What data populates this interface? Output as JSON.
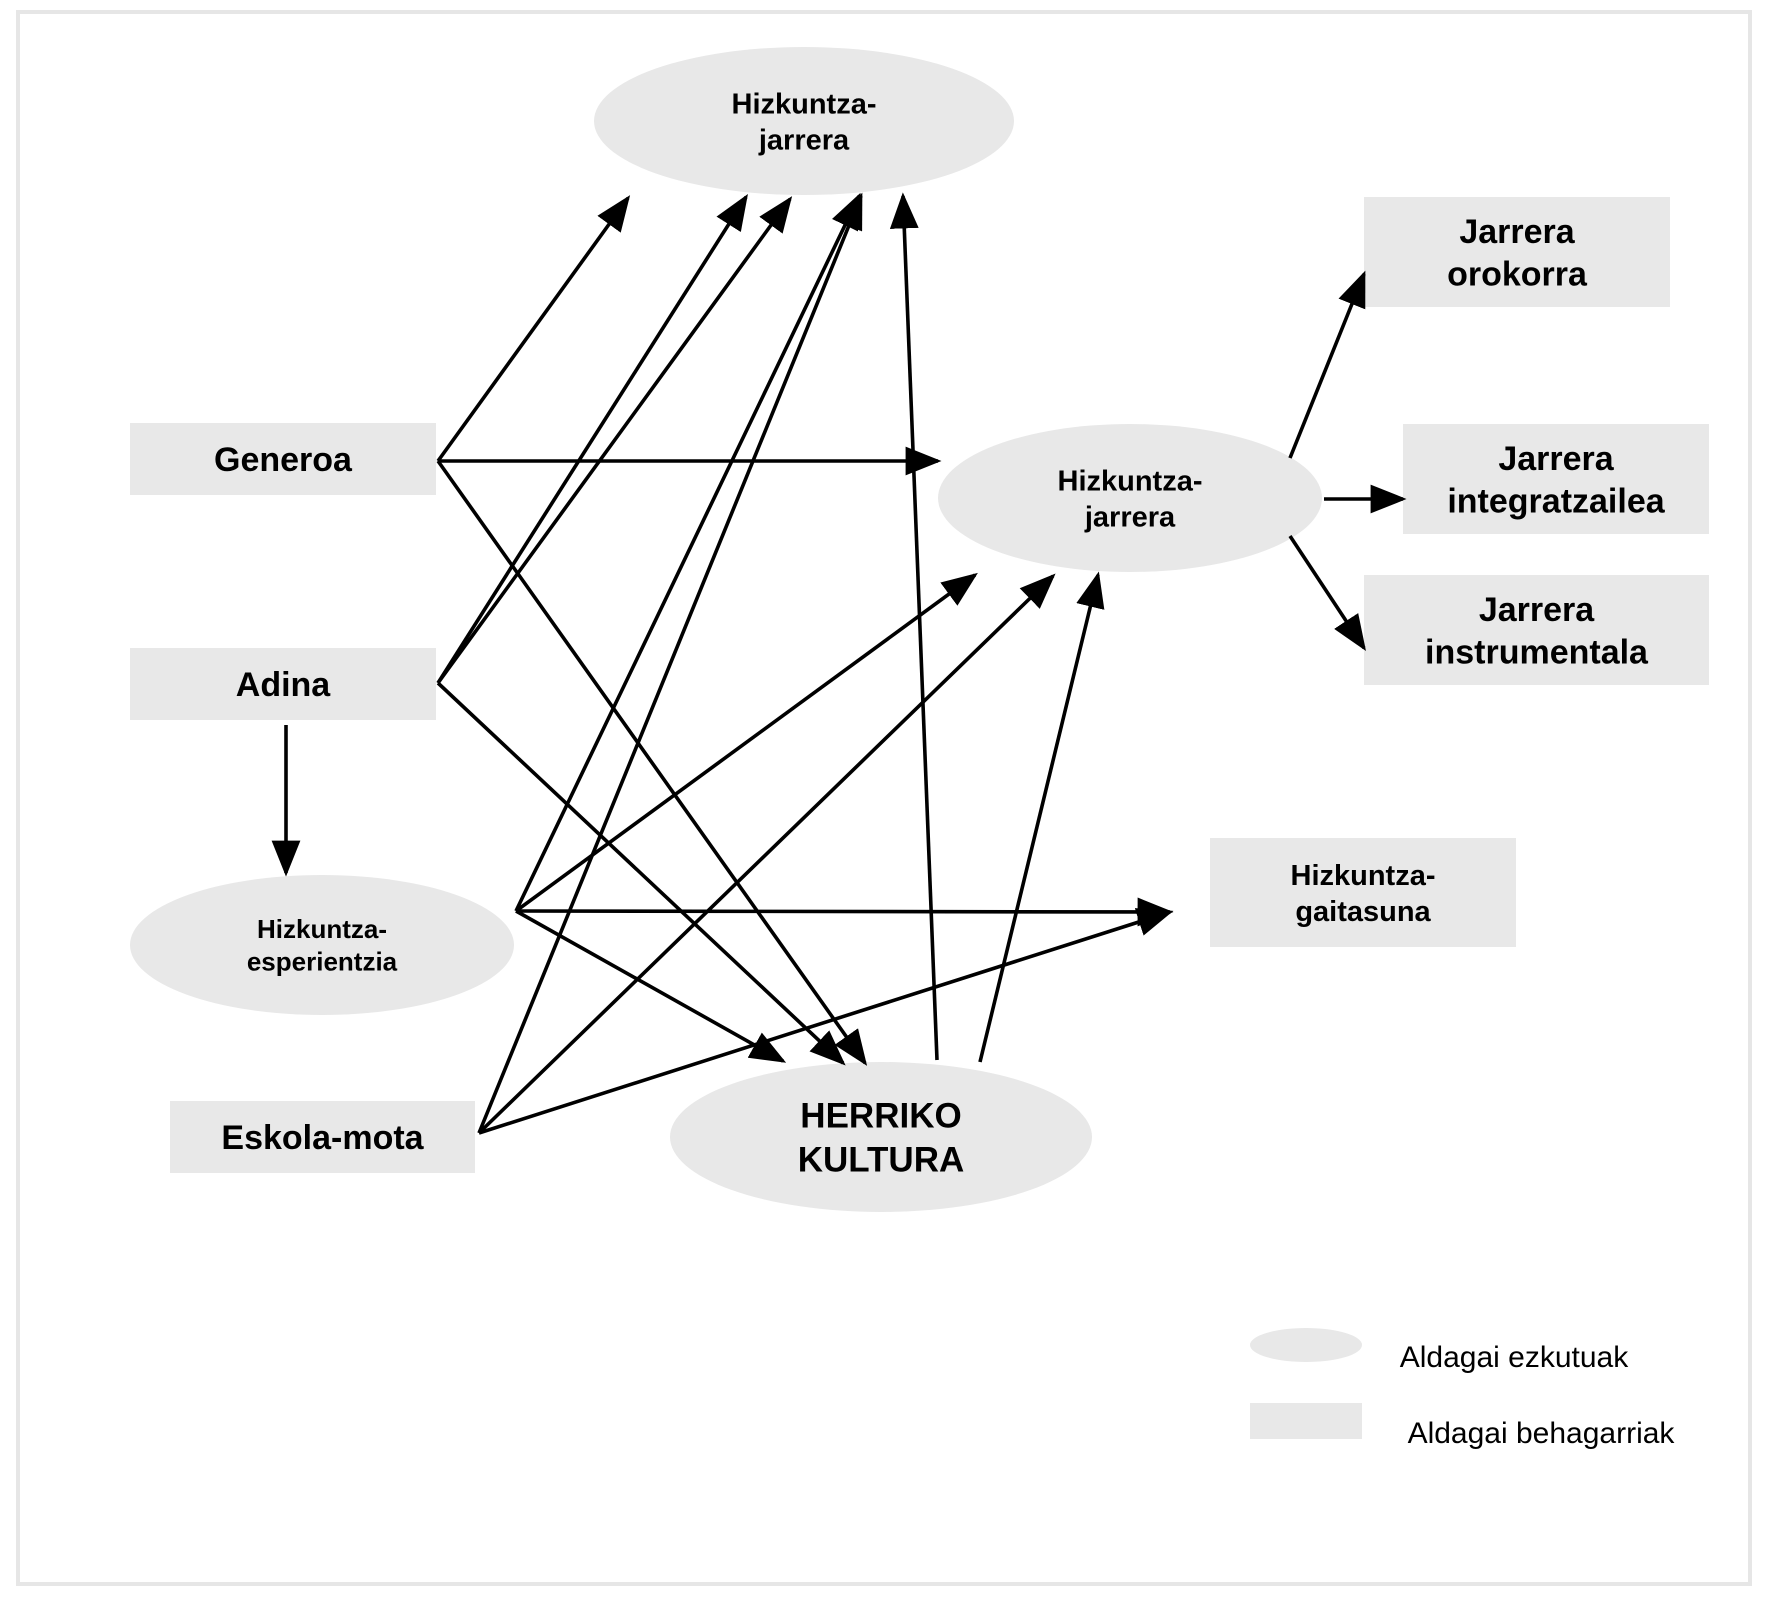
{
  "colors": {
    "node_fill": "#e8e8e8",
    "edge": "#000000",
    "frame": "#e6e6e6"
  },
  "nodes": {
    "attitude_top": {
      "lines": [
        "Hizkuntza-",
        "jarrera"
      ],
      "shape": "ellipse"
    },
    "attitude_mid": {
      "lines": [
        "Hizkuntza-",
        "jarrera"
      ],
      "shape": "ellipse"
    },
    "generoa": {
      "lines": [
        "Generoa"
      ],
      "shape": "rect"
    },
    "adina": {
      "lines": [
        "Adina"
      ],
      "shape": "rect"
    },
    "esperientzia": {
      "lines": [
        "Hizkuntza-",
        "esperientzia"
      ],
      "shape": "ellipse"
    },
    "eskola": {
      "lines": [
        "Eskola-mota"
      ],
      "shape": "rect"
    },
    "herriko": {
      "lines": [
        "HERRIKO",
        "KULTURA"
      ],
      "shape": "ellipse"
    },
    "orokorra": {
      "lines": [
        "Jarrera",
        "orokorra"
      ],
      "shape": "rect"
    },
    "integratzailea": {
      "lines": [
        "Jarrera",
        "integratzailea"
      ],
      "shape": "rect"
    },
    "instrumentala": {
      "lines": [
        "Jarrera",
        "instrumentala"
      ],
      "shape": "rect"
    },
    "gaitasuna": {
      "lines": [
        "Hizkuntza-",
        "gaitasuna"
      ],
      "shape": "rect"
    }
  },
  "edges": [
    [
      "generoa",
      "attitude_top"
    ],
    [
      "generoa",
      "attitude_mid"
    ],
    [
      "generoa",
      "herriko"
    ],
    [
      "adina",
      "attitude_top"
    ],
    [
      "adina",
      "attitude_mid"
    ],
    [
      "adina",
      "herriko"
    ],
    [
      "adina",
      "esperientzia"
    ],
    [
      "esperientzia",
      "attitude_top"
    ],
    [
      "esperientzia",
      "attitude_mid"
    ],
    [
      "esperientzia",
      "gaitasuna"
    ],
    [
      "esperientzia",
      "herriko"
    ],
    [
      "eskola",
      "attitude_top"
    ],
    [
      "eskola",
      "attitude_mid"
    ],
    [
      "eskola",
      "gaitasuna"
    ],
    [
      "herriko",
      "attitude_top"
    ],
    [
      "herriko",
      "attitude_mid"
    ],
    [
      "attitude_mid",
      "orokorra"
    ],
    [
      "attitude_mid",
      "integratzailea"
    ],
    [
      "attitude_mid",
      "instrumentala"
    ]
  ],
  "legend": {
    "latent_label": "Aldagai ezkutuak",
    "observed_label": "Aldagai behagarriak"
  }
}
